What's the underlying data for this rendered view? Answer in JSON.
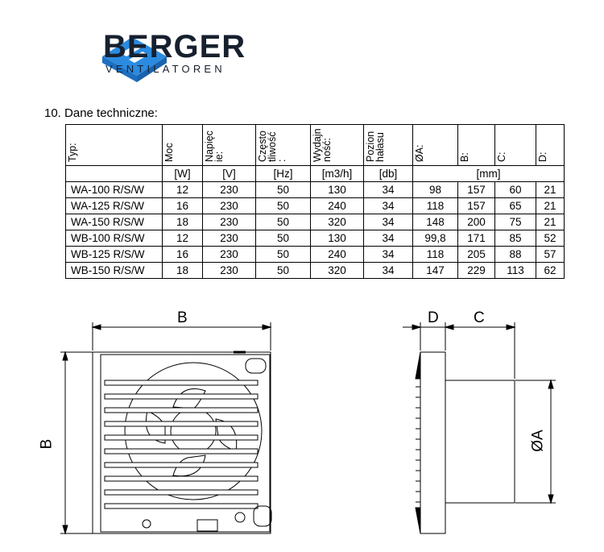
{
  "logo": {
    "brand": "BERGER",
    "tagline": "VENTILATOREN",
    "color": "#2a8be0"
  },
  "section_title": "10. Dane techniczne:",
  "table": {
    "headers": [
      "Typ:",
      "Moc",
      "Napięc\nie:",
      "Często\ntliwość\n:",
      "Wydajn\nność:",
      "Pozion\nhałasu",
      "ØA:",
      "B:",
      "C:",
      "D:"
    ],
    "units": [
      "",
      "[W]",
      "[V]",
      "[Hz]",
      "[m3/h]",
      "[db]",
      "[mm]"
    ],
    "rows": [
      [
        "WA-100 R/S/W",
        "12",
        "230",
        "50",
        "130",
        "34",
        "98",
        "157",
        "60",
        "21"
      ],
      [
        "WA-125 R/S/W",
        "16",
        "230",
        "50",
        "240",
        "34",
        "118",
        "157",
        "65",
        "21"
      ],
      [
        "WA-150 R/S/W",
        "18",
        "230",
        "50",
        "320",
        "34",
        "148",
        "200",
        "75",
        "21"
      ],
      [
        "WB-100 R/S/W",
        "12",
        "230",
        "50",
        "130",
        "34",
        "99,8",
        "171",
        "85",
        "52"
      ],
      [
        "WB-125 R/S/W",
        "16",
        "230",
        "50",
        "240",
        "34",
        "118",
        "205",
        "88",
        "57"
      ],
      [
        "WB-150 R/S/W",
        "18",
        "230",
        "50",
        "320",
        "34",
        "147",
        "229",
        "113",
        "62"
      ]
    ]
  },
  "drawing": {
    "front_width": "B",
    "front_height": "B",
    "side_depth_front": "D",
    "side_depth_body": "C",
    "diameter": "ØA"
  }
}
